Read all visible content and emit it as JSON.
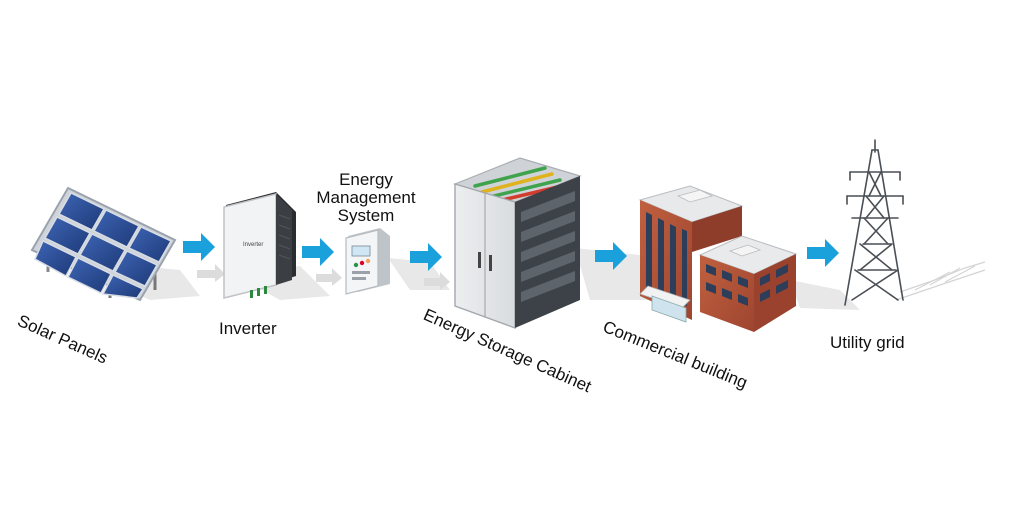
{
  "title": "",
  "components": {
    "solar_panels": "Solar Panels",
    "inverter": "Inverter",
    "ems_line1": "Energy",
    "ems_line2": "Management",
    "ems_line3": "System",
    "storage": "Energy Storage Cabinet",
    "commercial": "Commercial building",
    "grid": "Utility grid"
  },
  "device_text": {
    "inverter_brand": "Inverter"
  },
  "colors": {
    "flow_arrow": "#1aa1dc",
    "panel_cell": "#2c4f9a",
    "brick": "#b5533c",
    "cabinet": "#e3e5e7"
  },
  "icons": [
    "solar-panel-array-icon",
    "inverter-icon",
    "ems-controller-icon",
    "storage-cabinet-icon",
    "commercial-building-icon",
    "transmission-tower-icon",
    "flow-arrow-icon"
  ]
}
